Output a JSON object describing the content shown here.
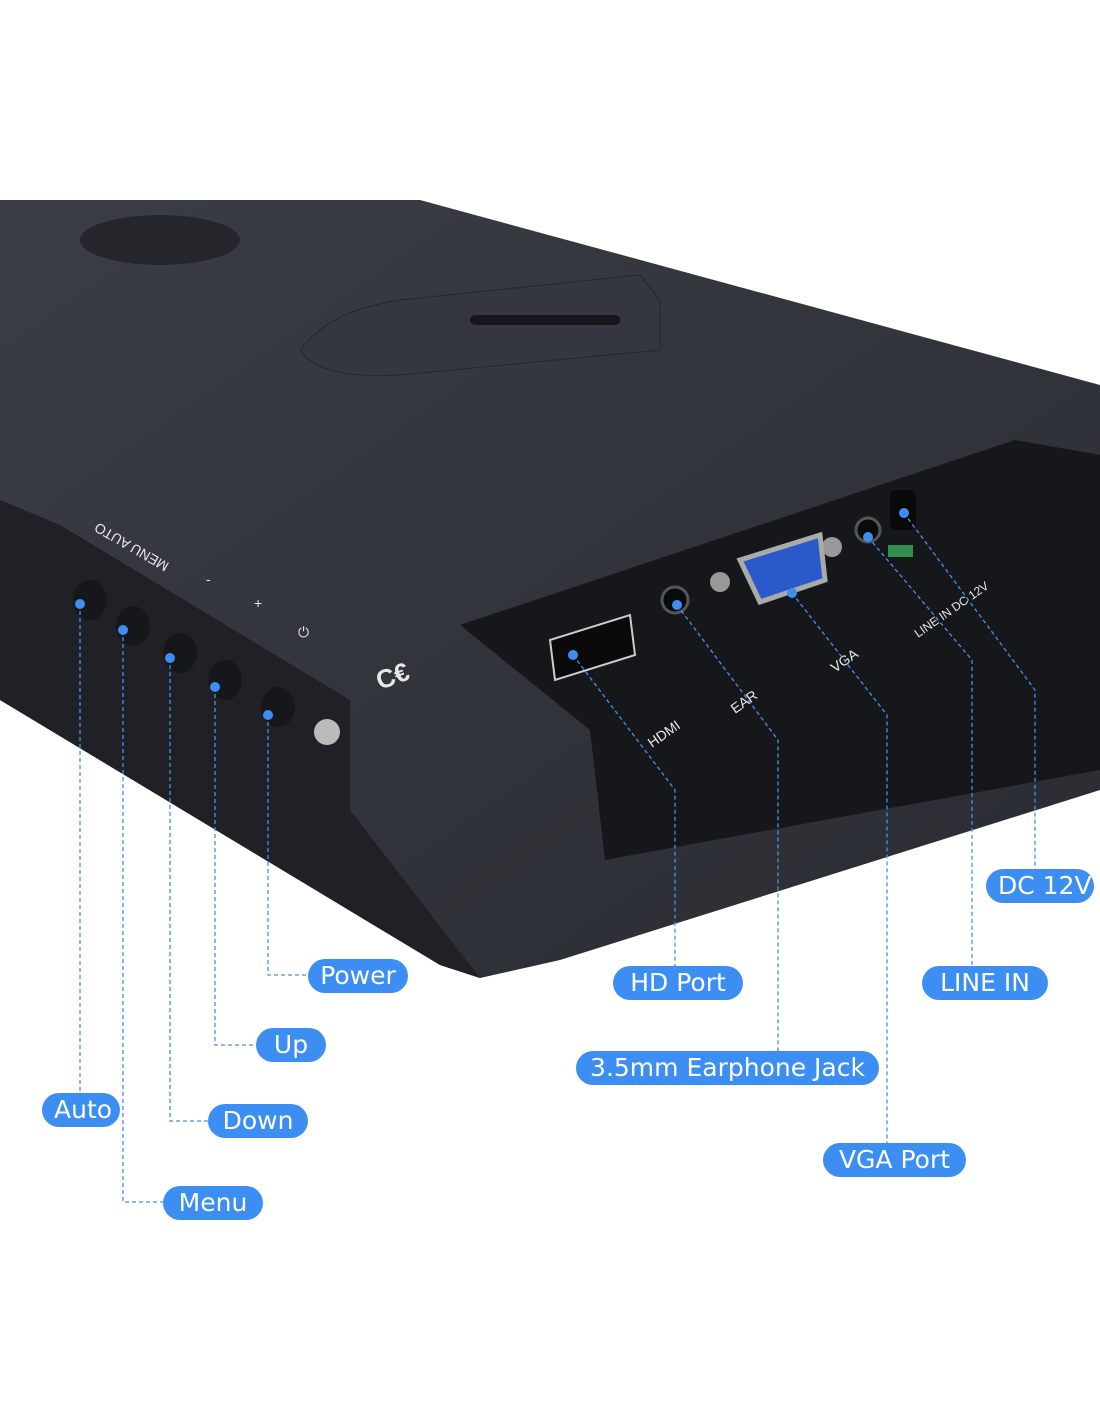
{
  "device_markings": {
    "buttons_text": "MENU AUTO",
    "minus": "-",
    "plus": "+",
    "hdmi": "HDMI",
    "ear": "EAR",
    "vga": "VGA",
    "line_dc": "LINE IN DC 12V",
    "ce": "CE"
  },
  "labels": {
    "power": "Power",
    "up": "Up",
    "auto": "Auto",
    "down": "Down",
    "menu": "Menu",
    "hd_port": "HD Port",
    "earphone": "3.5mm Earphone Jack",
    "vga_port": "VGA Port",
    "line_in": "LINE IN",
    "dc": "DC 12V"
  },
  "colors": {
    "accent": "#3d8ef2",
    "body": "#2c2f36",
    "recess": "#15171b"
  }
}
